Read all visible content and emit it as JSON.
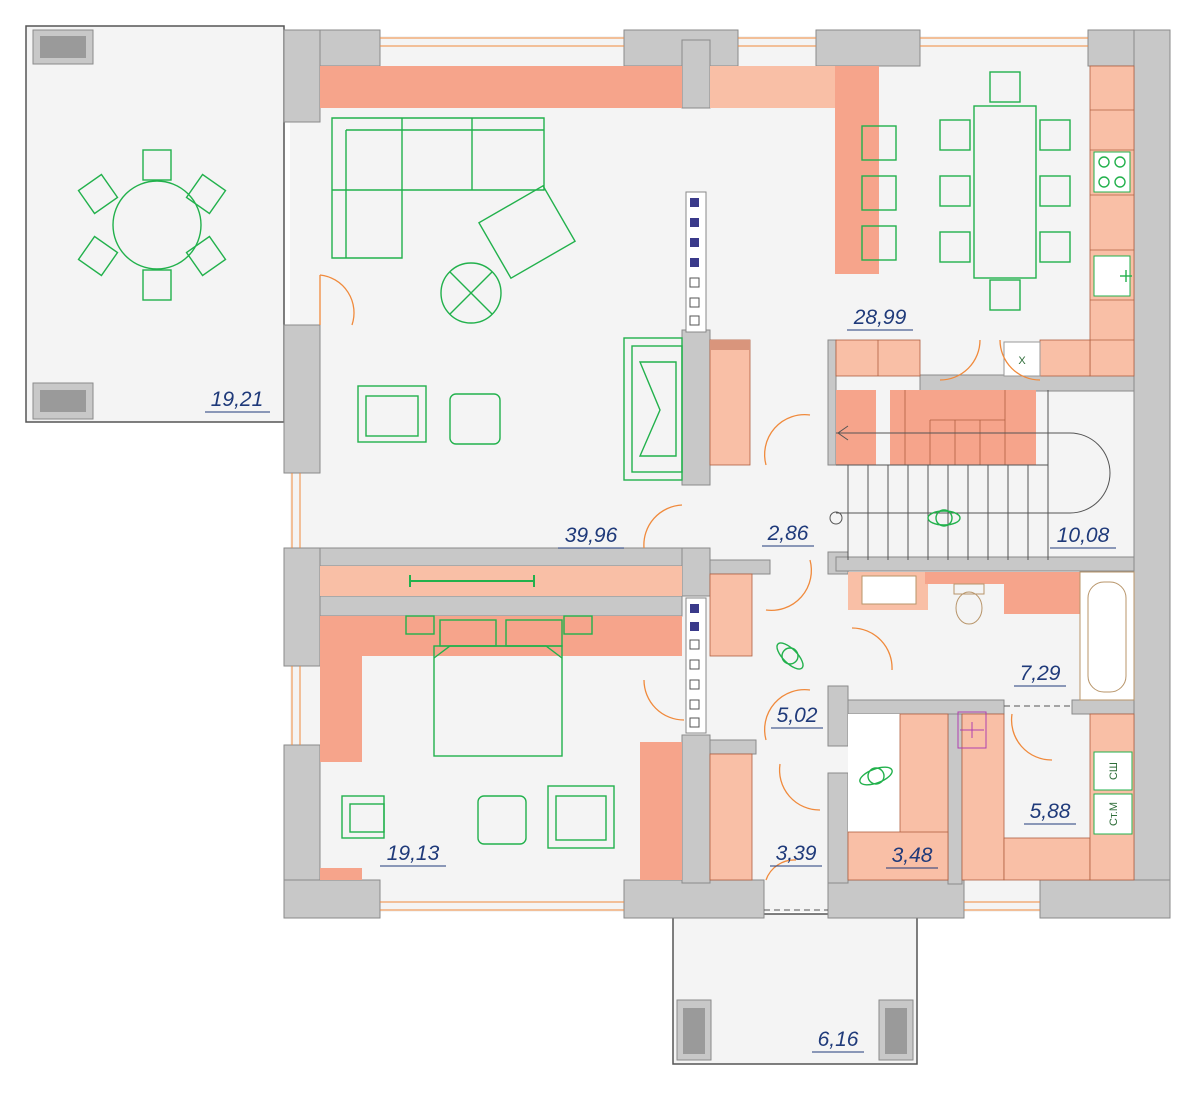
{
  "colors": {
    "wall": "#c8c8c8",
    "floor": "#f4f4f4",
    "cabinetry": "#f9bfa6",
    "accent_cabinetry": "#f6a48b",
    "furniture": "#22b14c",
    "door_swing": "#f08a3c",
    "area_text": "#1f3a7a"
  },
  "rooms": [
    {
      "area": "19,21"
    },
    {
      "area": "39,96"
    },
    {
      "area": "28,99"
    },
    {
      "area": "2,86"
    },
    {
      "area": "10,08"
    },
    {
      "area": "7,29"
    },
    {
      "area": "5,02"
    },
    {
      "area": "19,13"
    },
    {
      "area": "3,39"
    },
    {
      "area": "3,48"
    },
    {
      "area": "5,88"
    },
    {
      "area": "6,16"
    }
  ],
  "appliance_labels": {
    "washer": "Ст.М",
    "dryer": "СШ",
    "box": "X"
  }
}
